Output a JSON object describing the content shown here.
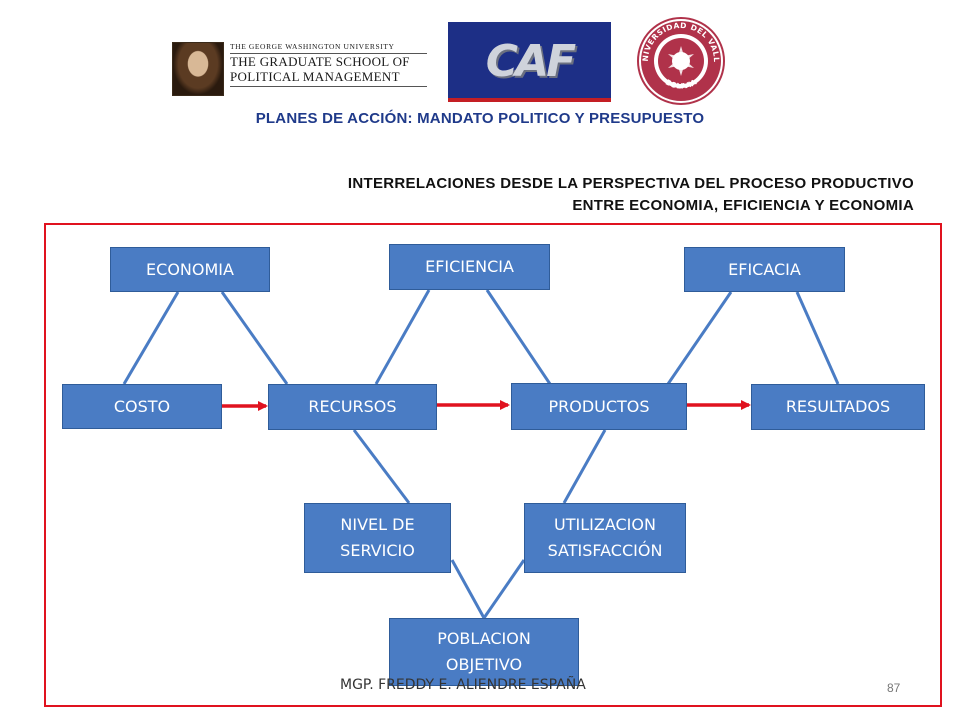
{
  "header": {
    "gwu_logo": {
      "line1": "THE GEORGE WASHINGTON UNIVERSITY",
      "line2": "THE GRADUATE SCHOOL OF",
      "line3": "POLITICAL MANAGEMENT"
    },
    "caf_logo": {
      "text": "CAF"
    },
    "uv_logo": {
      "top_text": "UNIVERSIDAD DEL VALLE",
      "bottom_text": "BOLIVIA"
    }
  },
  "title": "PLANES DE ACCIÓN: MANDATO POLITICO Y PRESUPUESTO",
  "subtitle": {
    "line1": "INTERRELACIONES DESDE LA PERSPECTIVA  DEL PROCESO PRODUCTIVO",
    "line2": "ENTRE ECONOMIA, EFICIENCIA Y ECONOMIA"
  },
  "diagram": {
    "nodes": {
      "economia": "ECONOMIA",
      "eficiencia": "EFICIENCIA",
      "eficacia": "EFICACIA",
      "costo": "COSTO",
      "recursos": "RECURSOS",
      "productos": "PRODUCTOS",
      "resultados": "RESULTADOS",
      "nivel_servicio": "NIVEL DE\nSERVICIO",
      "utilizacion": "UTILIZACION\nSATISFACCIÓN",
      "poblacion": "POBLACION\nOBJETIVO"
    },
    "colors": {
      "node_fill": "#4a7cc4",
      "link": "#4a7cc4",
      "arrow": "#e0121f",
      "frame": "#e0121f"
    }
  },
  "footer": {
    "author": "MGP. FREDDY E. ALIENDRE ESPAÑA",
    "page": "87"
  }
}
